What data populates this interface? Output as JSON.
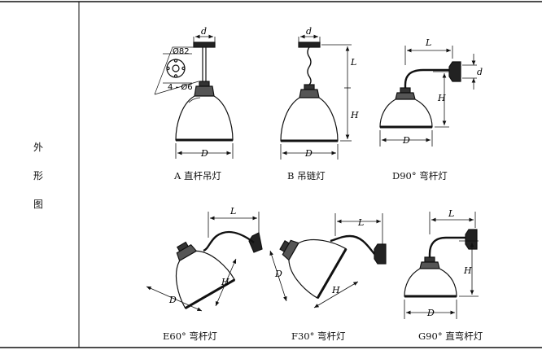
{
  "side_label": [
    "外",
    "形",
    "图"
  ],
  "dim_labels": {
    "d": "d",
    "L": "L",
    "H": "H",
    "D": "D"
  },
  "detail": {
    "diameter_82": "Ø82",
    "holes": "4 - Ø6"
  },
  "captions": {
    "a": "A 直杆吊灯",
    "b": "B 吊链灯",
    "d90": "D90° 弯杆灯",
    "e60": "E60° 弯杆灯",
    "f30": "F30° 弯杆灯",
    "g90": "G90° 直弯杆灯"
  }
}
